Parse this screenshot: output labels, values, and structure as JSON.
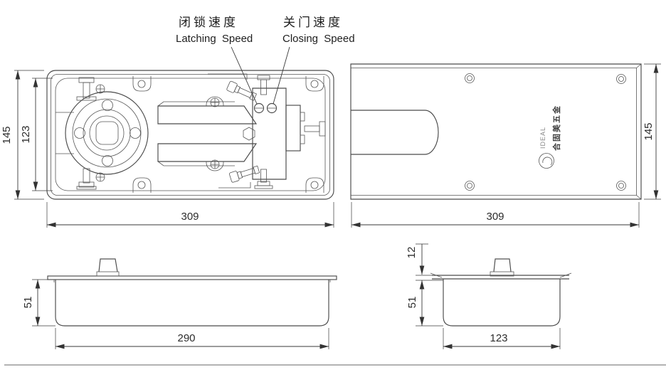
{
  "annotations": {
    "latching_cn": "闭锁速度",
    "latching_en": "Latching Speed",
    "closing_cn": "关门速度",
    "closing_en": "Closing Speed"
  },
  "mechanism_view": {
    "width": "309",
    "height_outer": "145",
    "height_inner": "123"
  },
  "cover_view": {
    "width": "309",
    "height": "145",
    "logo_en": "IDEAL",
    "logo_cn": "合固美五金"
  },
  "side_view": {
    "length": "290",
    "depth": "51"
  },
  "end_view": {
    "width": "123",
    "depth": "51",
    "spindle_height": "12"
  },
  "colors": {
    "line": "#4a4a4a",
    "dimension": "#3a3a3a",
    "divider": "#b3b3b3",
    "background": "#ffffff"
  }
}
